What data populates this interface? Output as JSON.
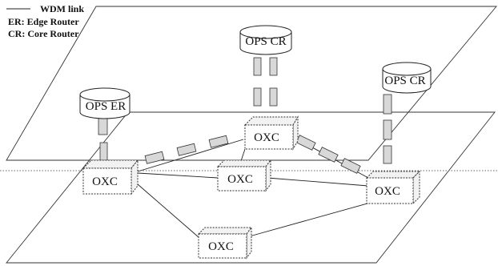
{
  "legend": {
    "wdm_link_label": "WDM link",
    "er_label": "ER: Edge Router",
    "cr_label": "CR: Core Router"
  },
  "routers": {
    "ops_cr_top": "OPS CR",
    "ops_cr_right": "OPS CR",
    "ops_er": "OPS ER"
  },
  "oxc_nodes": {
    "oxc_top": "OXC",
    "oxc_left": "OXC",
    "oxc_middle": "OXC",
    "oxc_right": "OXC",
    "oxc_bottom": "OXC"
  },
  "colors": {
    "line": "#222222",
    "segment_fill": "#d8d8d8",
    "background": "#ffffff"
  }
}
